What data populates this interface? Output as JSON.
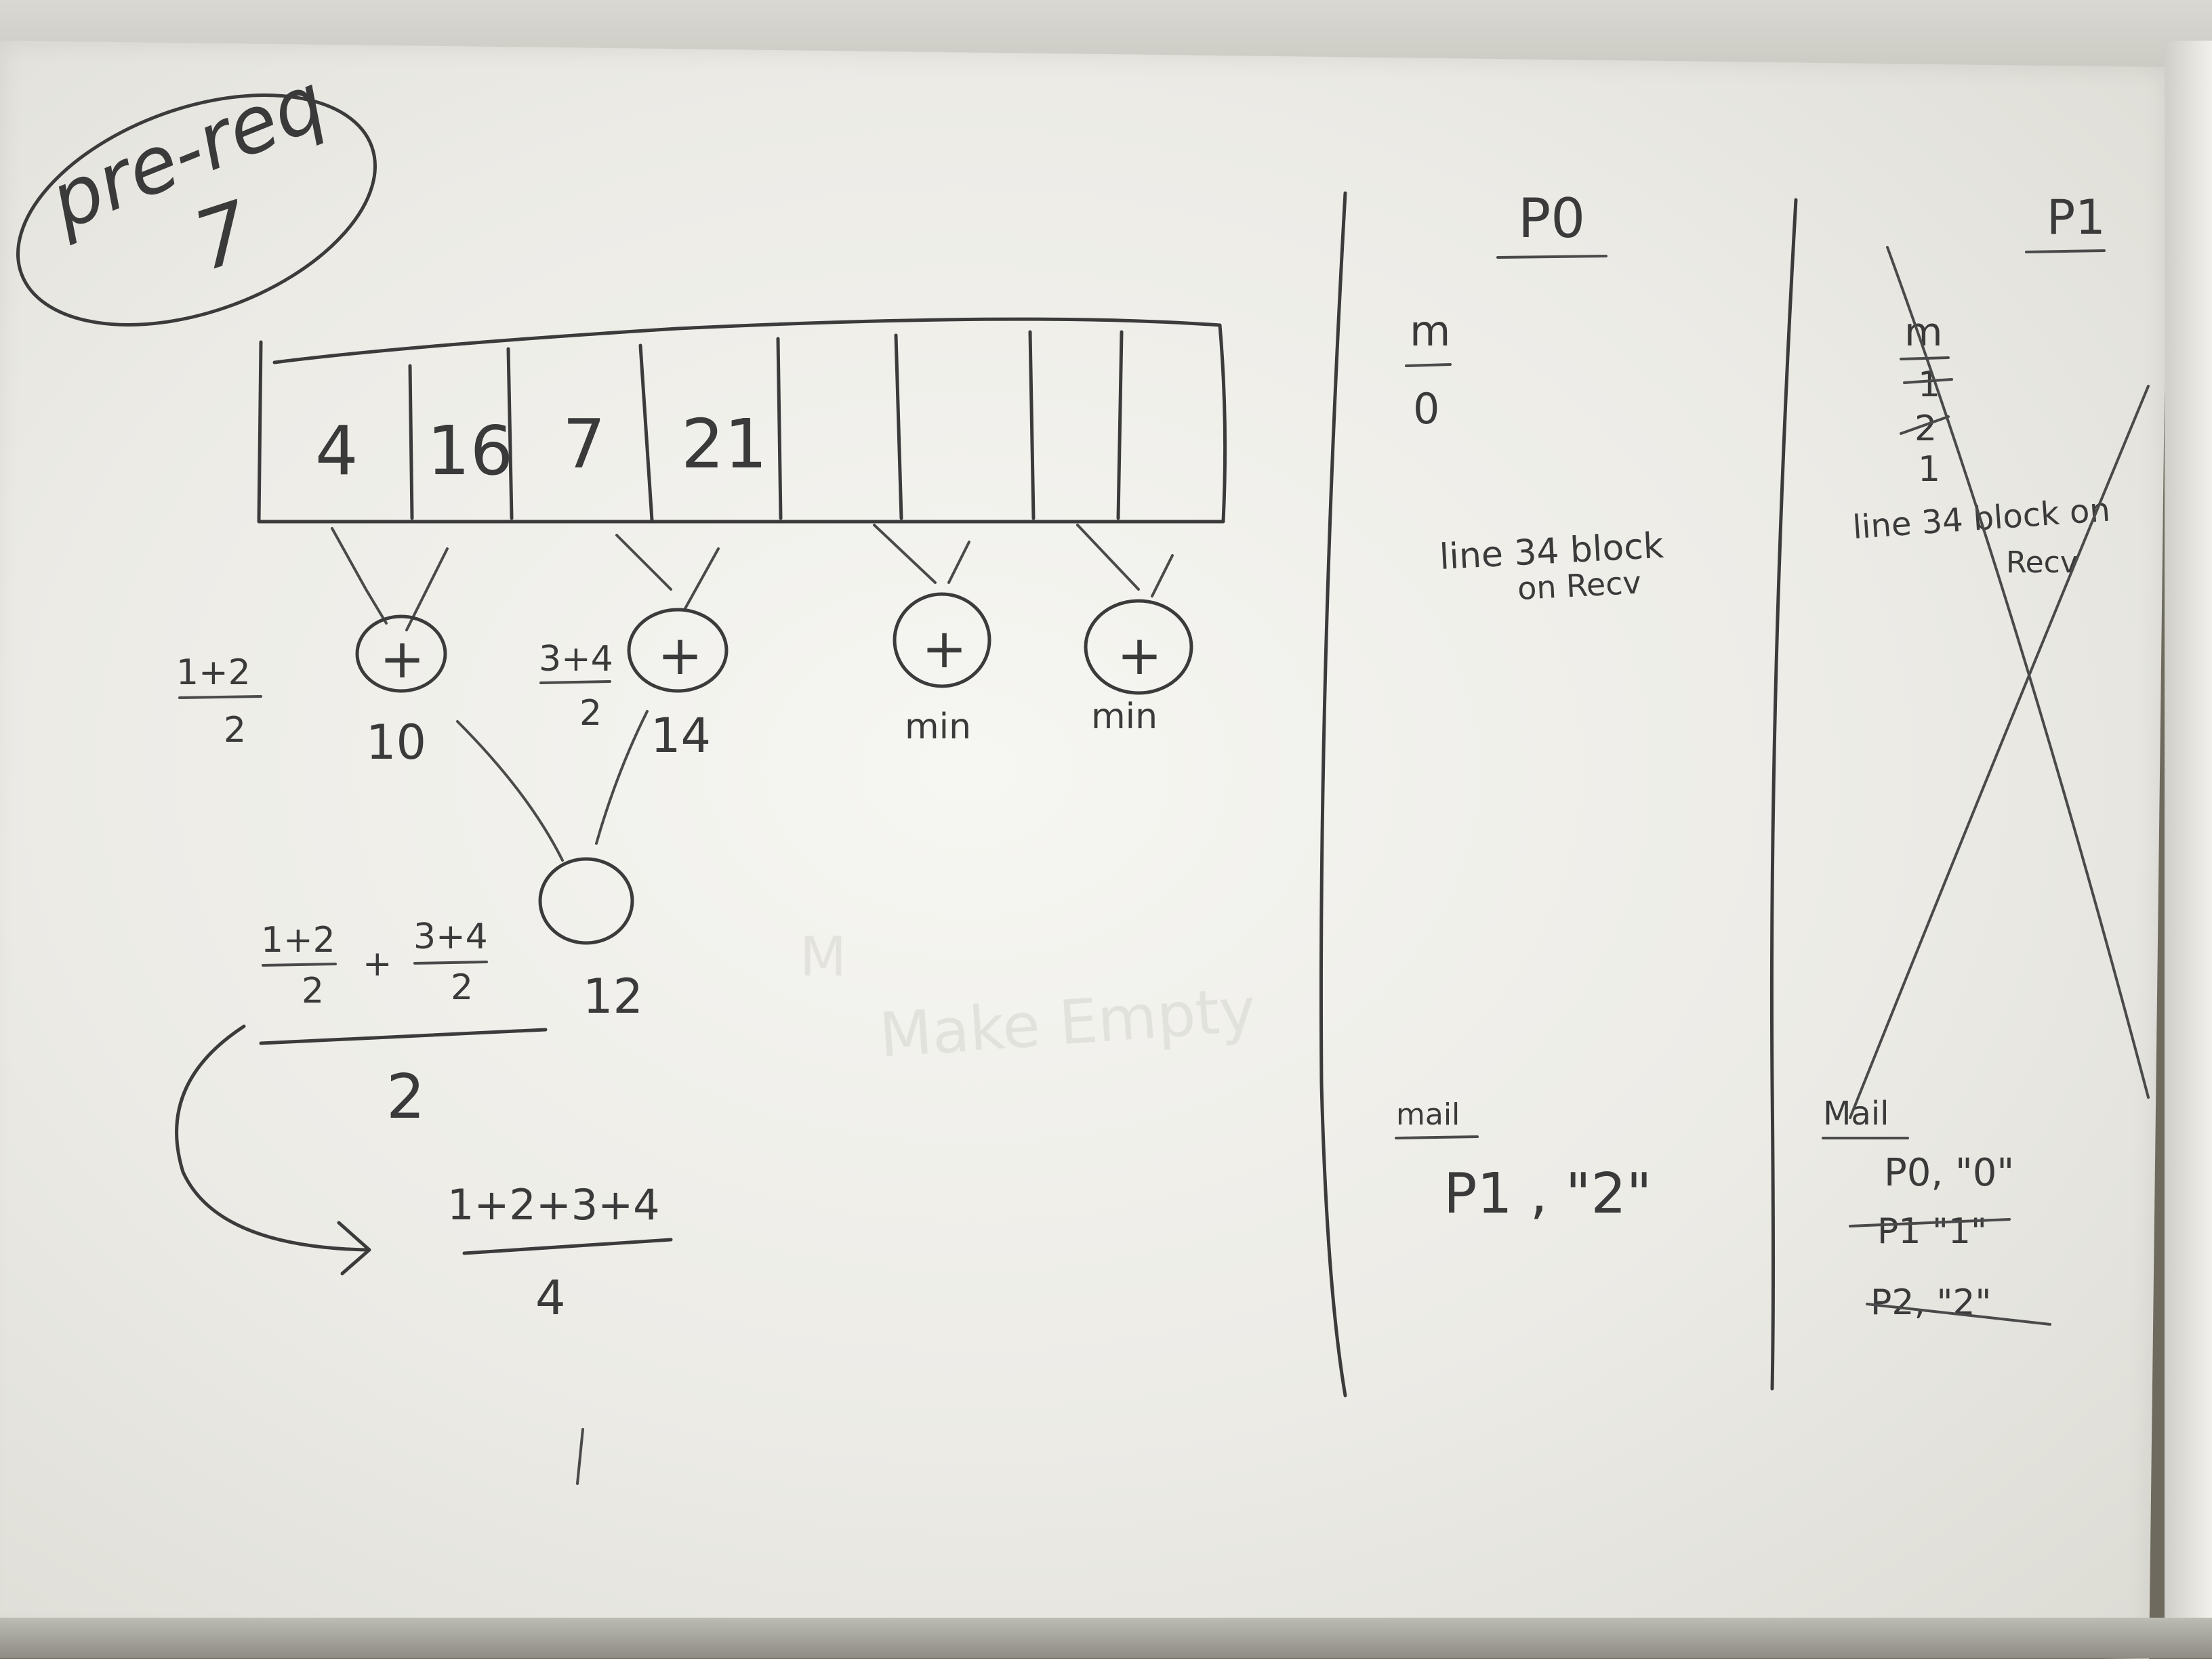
{
  "circled_note": {
    "line1": "pre-req",
    "line2": "7"
  },
  "array_cells": [
    "4",
    "16",
    "7",
    "21",
    "",
    "",
    "",
    ""
  ],
  "tree": {
    "leaf_labels": [
      "10",
      "14",
      "min",
      "min"
    ],
    "node_symbol": "+",
    "frac1": {
      "num": "1+2",
      "den": "2"
    },
    "frac2": {
      "num": "3+4",
      "den": "2"
    },
    "root_label": "12"
  },
  "formula": {
    "left_num": "1+2",
    "left_den": "2",
    "plus": "+",
    "right_num": "3+4",
    "right_den": "2",
    "den": "2",
    "result_num": "1+2+3+4",
    "result_den": "4"
  },
  "p0": {
    "header": "P0",
    "m_label": "m",
    "m_value": "0",
    "note_line1": "line 34 block",
    "note_line2": "on Recv",
    "mail_label": "mail",
    "mail_entry": "P1 , \"2\""
  },
  "p1": {
    "header": "P1",
    "m_label": "m",
    "m_values": [
      "1",
      "2",
      "1"
    ],
    "note_line1": "line 34 block on",
    "note_line2": "Recv",
    "mail_label": "Mail",
    "mail_entries": [
      "P0, \"0\"",
      "P1 \"1\"",
      "P2, \"2\""
    ]
  },
  "ink_color": "#3b3b3b"
}
